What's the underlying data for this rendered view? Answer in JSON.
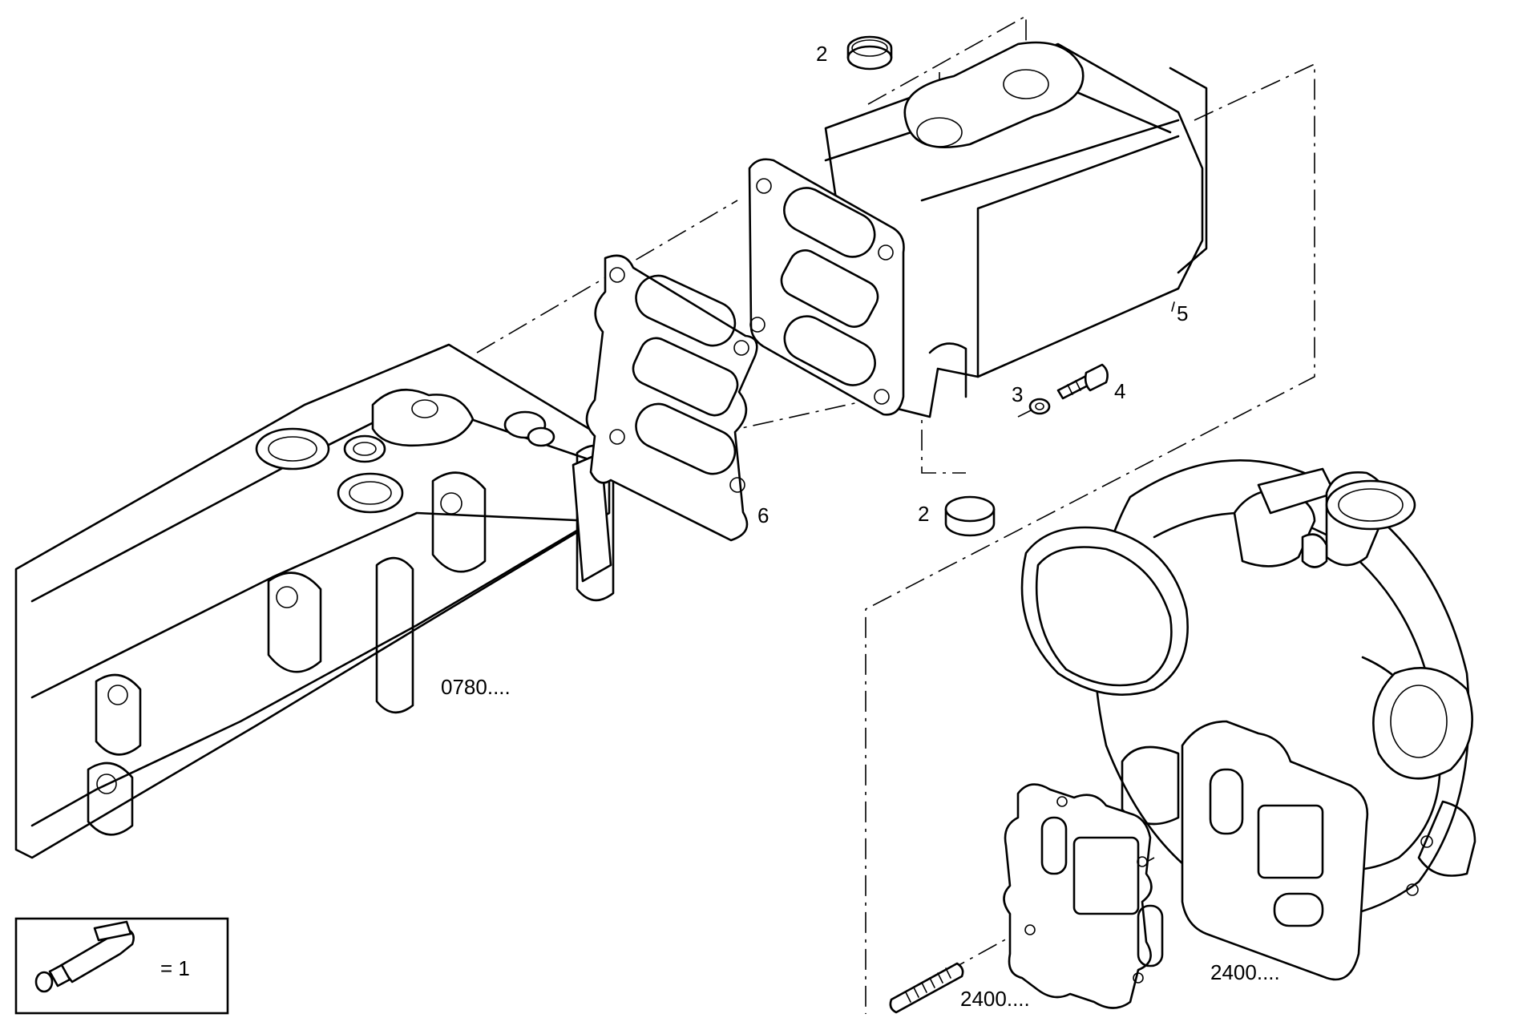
{
  "callouts": {
    "c2_top": "2",
    "c5": "5",
    "c3": "3",
    "c4": "4",
    "c6": "6",
    "c2_bottom": "2",
    "ref_0780": "0780....",
    "ref_2400_turbo": "2400....",
    "ref_2400_stud": "2400...."
  },
  "legend": {
    "label": "= 1",
    "icon": "sealant-tube-icon"
  }
}
